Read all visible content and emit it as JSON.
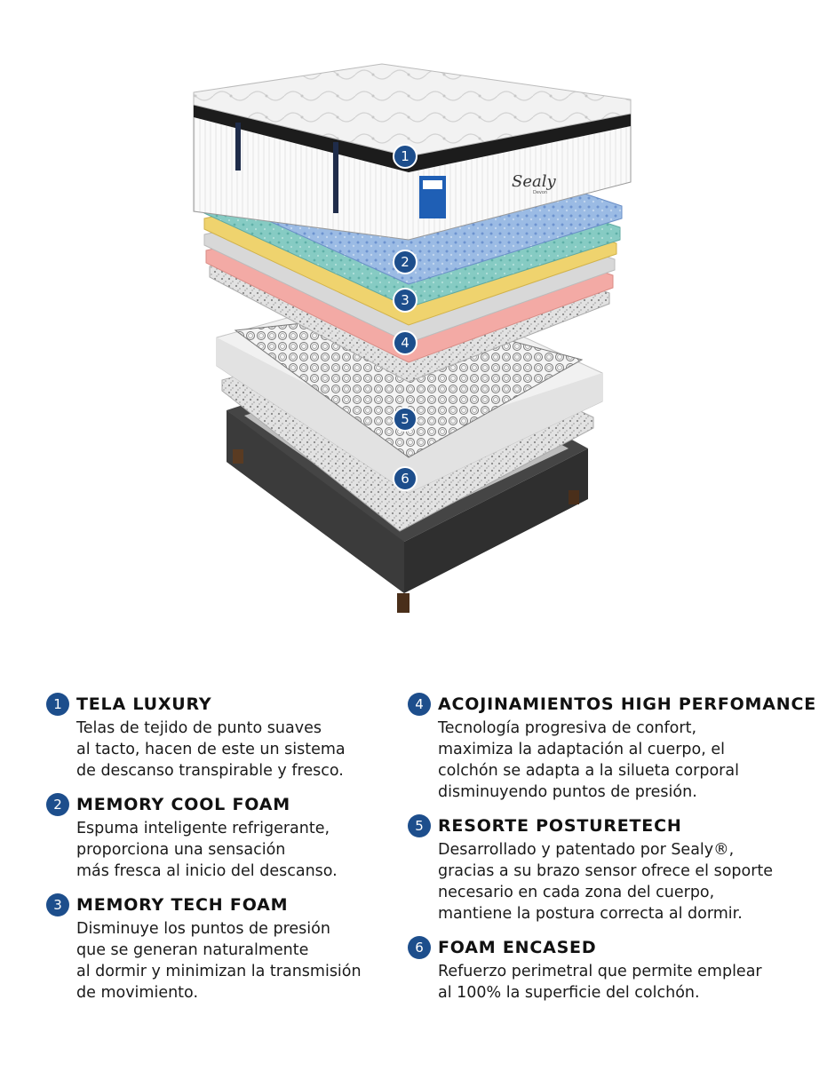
{
  "colors": {
    "badge": "#1d4e8c",
    "blue_foam": "#8fb2df",
    "teal_foam": "#7fc6be",
    "yellow_foam": "#ecd06a",
    "gray_foam": "#d6d6d6",
    "pink_foam": "#f0a7a2",
    "base": "#3a3a3a"
  },
  "mattress": {
    "brand": "Sealy",
    "model": "Devon"
  },
  "markers": [
    "1",
    "2",
    "3",
    "4",
    "5",
    "6"
  ],
  "features": [
    {
      "num": "1",
      "title": "TELA LUXURY",
      "lines": [
        "Telas de tejido de punto suaves",
        "al tacto, hacen de este un sistema",
        "de descanso transpirable y fresco."
      ]
    },
    {
      "num": "2",
      "title": "MEMORY COOL FOAM",
      "lines": [
        "Espuma inteligente refrigerante,",
        "proporciona una sensación",
        "más fresca al inicio del descanso."
      ]
    },
    {
      "num": "3",
      "title": "MEMORY TECH FOAM",
      "lines": [
        "Disminuye los puntos de presión",
        "que se generan naturalmente",
        "al dormir y minimizan la transmisión",
        "de movimiento."
      ]
    },
    {
      "num": "4",
      "title": "ACOJINAMIENTOS HIGH PERFOMANCE",
      "lines": [
        "Tecnología progresiva de confort,",
        "maximiza la adaptación al cuerpo, el",
        "colchón se adapta a la silueta corporal",
        "disminuyendo puntos de presión."
      ]
    },
    {
      "num": "5",
      "title": "RESORTE POSTURETECH",
      "lines": [
        "Desarrollado y patentado por Sealy®,",
        "gracias a su brazo sensor ofrece el soporte",
        "necesario en cada zona del cuerpo,",
        "mantiene la postura correcta al dormir."
      ]
    },
    {
      "num": "6",
      "title": "FOAM ENCASED",
      "lines": [
        "Refuerzo perimetral que permite emplear",
        "al 100% la superficie del colchón."
      ]
    }
  ]
}
